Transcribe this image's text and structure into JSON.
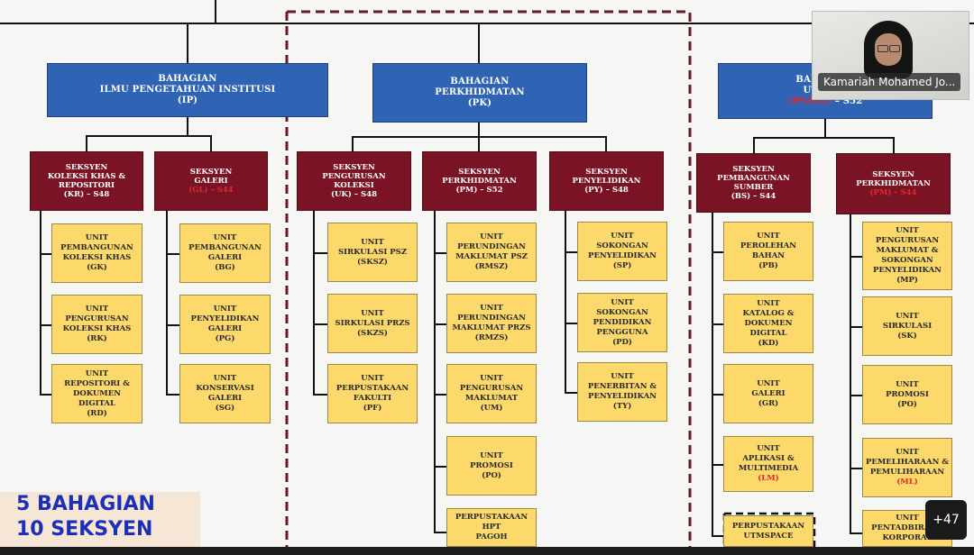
{
  "bahagian": [
    {
      "lines": [
        "BAHAGIAN",
        "ILMU PENGETAHUAN INSTITUSI",
        "(IP)"
      ]
    },
    {
      "lines": [
        "BAHAGIAN",
        "PERKHIDMATAN",
        "(PK)"
      ]
    },
    {
      "lines": [
        "BAHAGIAN",
        "UTM KU"
      ],
      "code": "(PSZKL)",
      "grade": " – S52"
    }
  ],
  "seksyen": [
    {
      "lines": [
        "SEKSYEN",
        "KOLEKSI KHAS &",
        "REPOSITORI",
        "(KR) – S48"
      ]
    },
    {
      "lines": [
        "SEKSYEN",
        "GALERI"
      ],
      "code": "(GL) – S44"
    },
    {
      "lines": [
        "SEKSYEN",
        "PENGURUSAN",
        "KOLEKSI",
        "(UK) – S48"
      ]
    },
    {
      "lines": [
        "SEKSYEN",
        "PERKHIDMATAN",
        "(PM) – S52"
      ]
    },
    {
      "lines": [
        "SEKSYEN",
        "PENYELIDIKAN",
        "(PY) – S48"
      ]
    },
    {
      "lines": [
        "SEKSYEN",
        "PEMBANGUNAN",
        "SUMBER",
        "(BS) – S44"
      ]
    },
    {
      "lines": [
        "SEKSYEN",
        "PERKHIDMATAN"
      ],
      "code": "(PM) – S44"
    }
  ],
  "units": {
    "kr": [
      {
        "lines": [
          "UNIT",
          "PEMBANGUNAN",
          "KOLEKSI KHAS",
          "(GK)"
        ]
      },
      {
        "lines": [
          "UNIT",
          "PENGURUSAN",
          "KOLEKSI KHAS",
          "(RK)"
        ]
      },
      {
        "lines": [
          "UNIT",
          "REPOSITORI &",
          "DOKUMEN",
          "DIGITAL",
          "(RD)"
        ]
      }
    ],
    "gl": [
      {
        "lines": [
          "UNIT",
          "PEMBANGUNAN",
          "GALERI",
          "(BG)"
        ]
      },
      {
        "lines": [
          "UNIT",
          "PENYELIDIKAN",
          "GALERI",
          "(PG)"
        ]
      },
      {
        "lines": [
          "UNIT",
          "KONSERVASI",
          "GALERI",
          "(SG)"
        ]
      }
    ],
    "uk": [
      {
        "lines": [
          "UNIT",
          "SIRKULASI PSZ",
          "(SKSZ)"
        ]
      },
      {
        "lines": [
          "UNIT",
          "SIRKULASI PRZS",
          "(SKZS)"
        ]
      },
      {
        "lines": [
          "UNIT",
          "PERPUSTAKAAN",
          "FAKULTI",
          "(PF)"
        ]
      }
    ],
    "pm": [
      {
        "lines": [
          "UNIT",
          "PERUNDINGAN",
          "MAKLUMAT PSZ",
          "(RMSZ)"
        ]
      },
      {
        "lines": [
          "UNIT",
          "PERUNDINGAN",
          "MAKLUMAT PRZS",
          "(RMZS)"
        ]
      },
      {
        "lines": [
          "UNIT",
          "PENGURUSAN",
          "MAKLUMAT",
          "(UM)"
        ]
      },
      {
        "lines": [
          "UNIT",
          "PROMOSI",
          "(PO)"
        ]
      },
      {
        "lines": [
          "PERPUSTAKAAN",
          "HPT",
          "PAGOH"
        ]
      }
    ],
    "py": [
      {
        "lines": [
          "UNIT",
          "SOKONGAN",
          "PENYELIDIKAN",
          "(SP)"
        ]
      },
      {
        "lines": [
          "UNIT",
          "SOKONGAN",
          "PENDIDIKAN",
          "PENGGUNA",
          "(PD)"
        ]
      },
      {
        "lines": [
          "UNIT",
          "PENERBITAN &",
          "PENYELIDIKAN",
          "(TY)"
        ]
      }
    ],
    "bs": [
      {
        "lines": [
          "UNIT",
          "PEROLEHAN",
          "BAHAN",
          "(PB)"
        ]
      },
      {
        "lines": [
          "UNIT",
          "KATALOG &",
          "DOKUMEN",
          "DIGITAL",
          "(KD)"
        ]
      },
      {
        "lines": [
          "UNIT",
          "GALERI",
          "(GR)"
        ]
      },
      {
        "lines": [
          "UNIT",
          "APLIKASI &",
          "MULTIMEDIA"
        ],
        "code": "(LM)"
      },
      {
        "lines": [
          "PERPUSTAKAAN",
          "UTMSPACE"
        ]
      }
    ],
    "pm2": [
      {
        "lines": [
          "UNIT",
          "PENGURUSAN",
          "MAKLUMAT &",
          "SOKONGAN",
          "PENYELIDIKAN",
          "(MP)"
        ]
      },
      {
        "lines": [
          "UNIT",
          "SIRKULASI",
          "(SK)"
        ]
      },
      {
        "lines": [
          "UNIT",
          "PROMOSI",
          "(PO)"
        ]
      },
      {
        "lines": [
          "UNIT",
          "PEMELIHARAAN &",
          "PEMULIHARAAN"
        ],
        "code": "(ML)"
      },
      {
        "lines": [
          "UNIT",
          "PENTADBIRAAN",
          "KORPORAT"
        ]
      }
    ]
  },
  "banner": {
    "line1": "5 BAHAGIAN",
    "line2": "10 SEKSYEN"
  },
  "participant": {
    "name": "Kamariah Mohamed Jo..."
  },
  "more_participants": "+47",
  "colors": {
    "bahagian": "#2f64b4",
    "seksyen": "#7a1424",
    "unit": "#fdd86a",
    "highlight": "#e0282c",
    "banner_text": "#1b2fb8"
  }
}
